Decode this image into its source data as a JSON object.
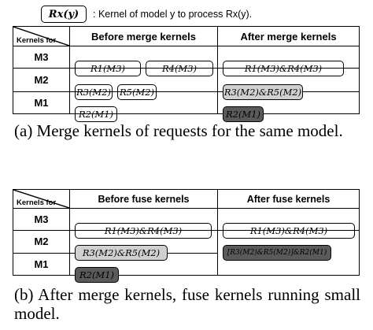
{
  "legend": {
    "symbol": "Rx(y)",
    "text": ": Kernel of model y to process Rx(y)."
  },
  "table_a": {
    "corner_label": "Kernels for",
    "col_headers": [
      "Before merge kernels",
      "After merge kernels"
    ],
    "rows": [
      {
        "label": "M3",
        "before": [
          "R1(M3)",
          "R4(M3)"
        ],
        "after": "R1(M3)&R4(M3)"
      },
      {
        "label": "M2",
        "before": [
          "R3(M2)",
          "R5(M2)"
        ],
        "after": "R3(M2)&R5(M2)"
      },
      {
        "label": "M1",
        "before": [
          "R2(M1)"
        ],
        "after": "R2(M1)"
      }
    ]
  },
  "caption_a": "(a) Merge kernels of requests for the same model.",
  "table_b": {
    "corner_label": "Kernels for",
    "col_headers": [
      "Before fuse kernels",
      "After fuse kernels"
    ],
    "rows": [
      {
        "label": "M3",
        "before": "R1(M3)&R4(M3)",
        "after": "R1(M3)&R4(M3)"
      },
      {
        "label": "M2",
        "before": "R3(M2)&R5(M2)"
      },
      {
        "label": "M1",
        "before": "R2(M1)"
      }
    ],
    "fused_after": "[R3(M2)&R5(M2)]&R2(M1)"
  },
  "caption_b": "(b) After merge kernels, fuse kernels running small model.",
  "colors": {
    "light_fill": "#d0d0d0",
    "dark_fill": "#5a5a5a",
    "border": "#000000"
  }
}
